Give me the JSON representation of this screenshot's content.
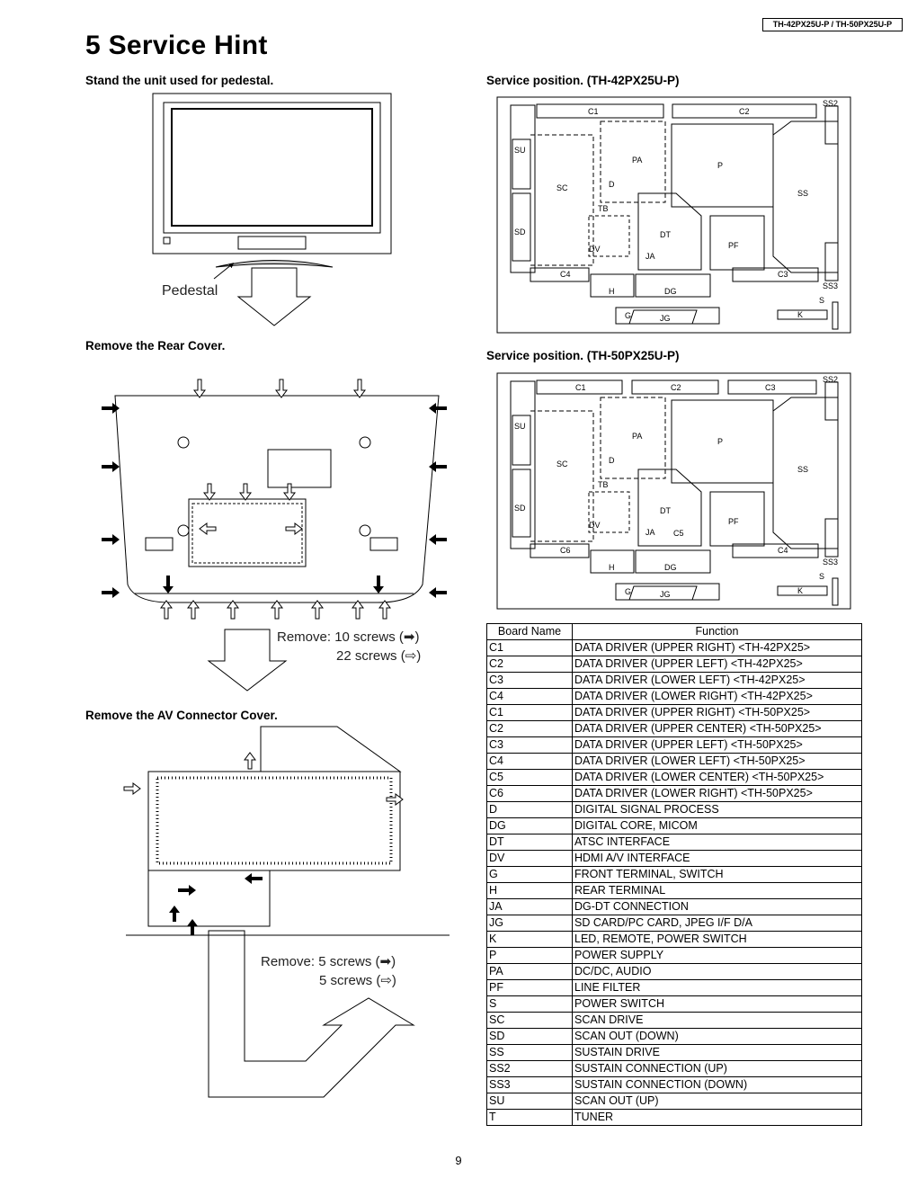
{
  "header": {
    "model_box": "TH-42PX25U-P / TH-50PX25U-P",
    "title": "5   Service Hint"
  },
  "sections": {
    "pedestal": {
      "heading": "Stand the unit used for pedestal.",
      "label": "Pedestal"
    },
    "rear_cover": {
      "heading": "Remove the Rear Cover.",
      "note1": "Remove: 10 screws (",
      "note2": "22 screws (",
      "close": ")"
    },
    "av_cover": {
      "heading": "Remove the AV Connector Cover.",
      "note1": "Remove: 5 screws (",
      "note2": "5 screws (",
      "close": ")"
    },
    "service42": {
      "heading": "Service position. (TH-42PX25U-P)",
      "labels": [
        "C1",
        "C2",
        "SS2",
        "SU",
        "SC",
        "PA",
        "P",
        "SS",
        "D",
        "TB",
        "SD",
        "DT",
        "PF",
        "DV",
        "JA",
        "C4",
        "C3",
        "H",
        "DG",
        "SS3",
        "S",
        "G",
        "JG",
        "K"
      ]
    },
    "service50": {
      "heading": "Service position. (TH-50PX25U-P)",
      "labels": [
        "C1",
        "C2",
        "C3",
        "SS2",
        "SU",
        "SC",
        "PA",
        "P",
        "SS",
        "D",
        "TB",
        "SD",
        "DT",
        "PF",
        "DV",
        "JA",
        "C5",
        "C6",
        "C4",
        "H",
        "DG",
        "SS3",
        "S",
        "G",
        "JG",
        "K"
      ]
    }
  },
  "table": {
    "headers": [
      "Board Name",
      "Function"
    ],
    "rows": [
      [
        "C1",
        "DATA DRIVER (UPPER RIGHT) <TH-42PX25>"
      ],
      [
        "C2",
        "DATA DRIVER (UPPER LEFT) <TH-42PX25>"
      ],
      [
        "C3",
        "DATA DRIVER (LOWER LEFT) <TH-42PX25>"
      ],
      [
        "C4",
        "DATA DRIVER (LOWER RIGHT) <TH-42PX25>"
      ],
      [
        "C1",
        "DATA DRIVER (UPPER RIGHT) <TH-50PX25>"
      ],
      [
        "C2",
        "DATA DRIVER (UPPER CENTER) <TH-50PX25>"
      ],
      [
        "C3",
        "DATA DRIVER (UPPER LEFT) <TH-50PX25>"
      ],
      [
        "C4",
        "DATA DRIVER (LOWER LEFT) <TH-50PX25>"
      ],
      [
        "C5",
        "DATA DRIVER (LOWER CENTER) <TH-50PX25>"
      ],
      [
        "C6",
        "DATA DRIVER (LOWER RIGHT) <TH-50PX25>"
      ],
      [
        "D",
        "DIGITAL SIGNAL PROCESS"
      ],
      [
        "DG",
        "DIGITAL CORE, MICOM"
      ],
      [
        "DT",
        "ATSC INTERFACE"
      ],
      [
        "DV",
        "HDMI A/V INTERFACE"
      ],
      [
        "G",
        "FRONT TERMINAL, SWITCH"
      ],
      [
        "H",
        "REAR TERMINAL"
      ],
      [
        "JA",
        "DG-DT CONNECTION"
      ],
      [
        "JG",
        "SD CARD/PC CARD, JPEG I/F D/A"
      ],
      [
        "K",
        "LED, REMOTE, POWER SWITCH"
      ],
      [
        "P",
        "POWER SUPPLY"
      ],
      [
        "PA",
        "DC/DC, AUDIO"
      ],
      [
        "PF",
        "LINE FILTER"
      ],
      [
        "S",
        "POWER SWITCH"
      ],
      [
        "SC",
        "SCAN DRIVE"
      ],
      [
        "SD",
        "SCAN OUT (DOWN)"
      ],
      [
        "SS",
        "SUSTAIN DRIVE"
      ],
      [
        "SS2",
        "SUSTAIN CONNECTION (UP)"
      ],
      [
        "SS3",
        "SUSTAIN CONNECTION (DOWN)"
      ],
      [
        "SU",
        "SCAN OUT (UP)"
      ],
      [
        "T",
        "TUNER"
      ]
    ]
  },
  "footer": {
    "page_number": "9"
  }
}
